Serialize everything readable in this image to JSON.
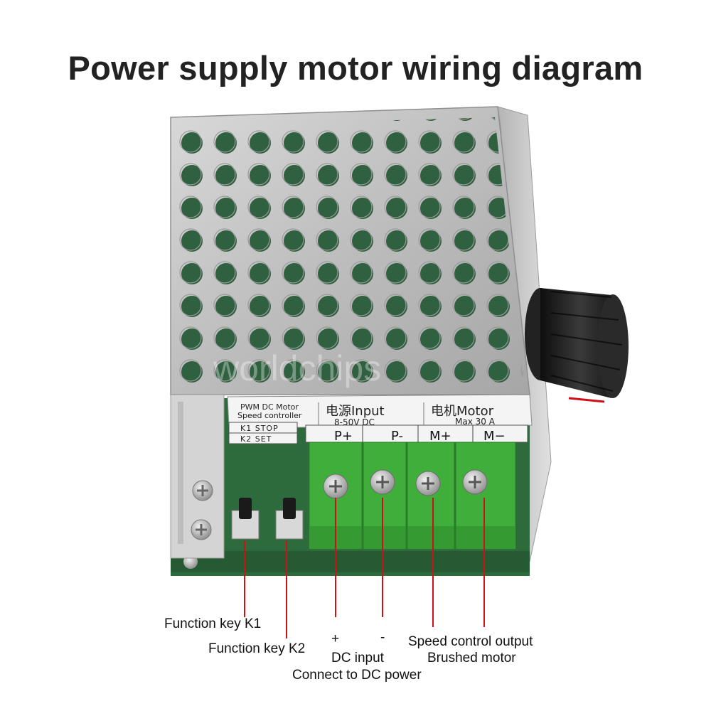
{
  "title": "Power supply motor wiring diagram",
  "label_plate": {
    "model_line1": "PWM DC Motor",
    "model_line2": "Speed controller",
    "k1_label": "K1 STOP",
    "k2_label": "K2 SET",
    "input_heading": "电源Input",
    "input_voltage": "8-50V DC",
    "motor_heading": "电机Motor",
    "motor_current": "Max 30 A",
    "terminals": [
      "P+",
      "P-",
      "M+",
      "M−"
    ]
  },
  "watermark": "worldchips",
  "callouts": {
    "k1": "Function key K1",
    "k2": "Function key K2",
    "plus_sign": "+",
    "minus_sign": "-",
    "dc_input": "DC input",
    "dc_power": "Connect to DC power",
    "speed_output": "Speed control output",
    "brushed_motor": "Brushed motor"
  },
  "colors": {
    "callout_line": "#d01018",
    "terminal_block": "#3fae3b",
    "pcb": "#2d6b3c",
    "housing": "#c9c9c9",
    "knob": "#1e1e1e"
  }
}
